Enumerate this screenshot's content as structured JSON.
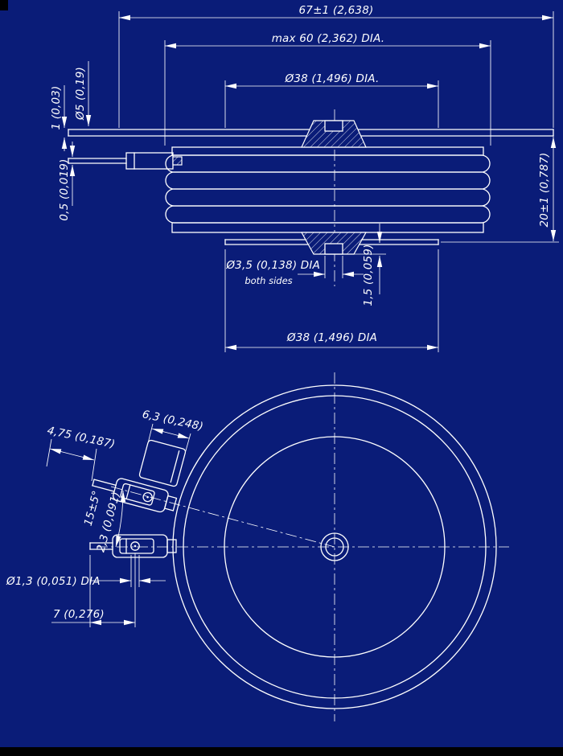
{
  "meta": {
    "bg": "#0a1c78",
    "ink": "#ffffff",
    "artifact": "#000000"
  },
  "section_view": {
    "overall_width": "67±1 (2,638)",
    "max_diameter": "max 60 (2,362) DIA.",
    "top_contact_diameter": "Ø38 (1,496) DIA.",
    "lead_diameter": "Ø5 (0,19)",
    "flange_thickness": "1 (0,03)",
    "lead_thickness": "0,5 (0,019)",
    "device_height": "20±1 (0,787)",
    "gate_hole_diameter": "Ø3,5 (0,138) DIA",
    "gate_hole_note": "both sides",
    "recess_depth": "1,5 (0,059)",
    "bottom_contact_diameter": "Ø38 (1,496) DIA"
  },
  "plan_view": {
    "tab_length": "4,75 (0,187)",
    "tab_width": "6,3 (0,248)",
    "lead_angle": "15±5°",
    "tab_thickness": "2,3 (0,091)",
    "pin_hole_diameter": "Ø1,3 (0,051) DIA",
    "pin_offset": "7 (0,276)"
  }
}
